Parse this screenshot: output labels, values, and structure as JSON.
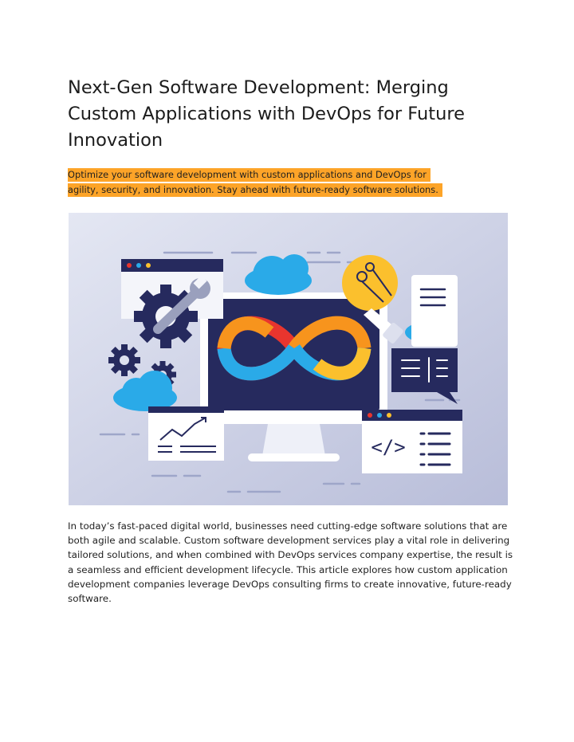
{
  "article": {
    "title": "Next-Gen Software Development: Merging Custom Applications with DevOps for Future Innovation",
    "highlight_line1": "Optimize your software development with custom applications and DevOps for",
    "highlight_line2": "agility, security, and innovation. Stay ahead with future-ready software solutions.",
    "body": "In today’s fast-paced digital world, businesses need cutting-edge software solutions that are both agile and scalable. Custom software development services play a vital role in delivering tailored solutions, and when combined with DevOps services company expertise, the result is a seamless and efficient development lifecycle. This article explores how custom application development companies leverage DevOps consulting firms to create innovative, future-ready software."
  },
  "illustration": {
    "code_symbol": "</>",
    "icons": [
      "gear-icon",
      "wrench-icon",
      "cloud-icon",
      "lightbulb-icon",
      "document-icon",
      "chat-bubble-icon",
      "chart-icon",
      "code-window-icon",
      "infinity-icon",
      "monitor-icon"
    ]
  },
  "colors": {
    "highlight": "#fda428",
    "navy": "#262a5e",
    "sky_blue": "#2aaae8",
    "red": "#e8352e",
    "orange": "#f7941d",
    "yellow": "#fbc02d",
    "background_tint": "#c9cde3"
  }
}
